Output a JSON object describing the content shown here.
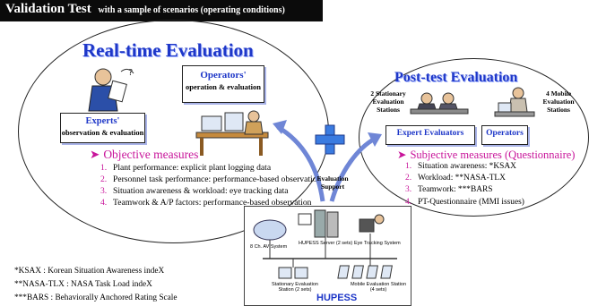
{
  "banner": {
    "title": "Validation Test",
    "subtitle": "with a sample of scenarios (operating conditions)"
  },
  "realtime": {
    "title": "Real-time Evaluation",
    "operators_box": {
      "title": "Operators'",
      "sub": "operation & evaluation"
    },
    "experts_box": {
      "title": "Experts'",
      "sub": "observation & evaluation"
    },
    "objective_head": "Objective measures",
    "objective_items": [
      {
        "num": "1.",
        "text": "Plant performance: explicit plant logging data"
      },
      {
        "num": "2.",
        "text": "Personnel task performance: performance-based observation"
      },
      {
        "num": "3.",
        "text": "Situation awareness & workload: eye tracking data"
      },
      {
        "num": "4.",
        "text": "Teamwork & A/P factors: performance-based observation"
      }
    ]
  },
  "posttest": {
    "title": "Post-test Evaluation",
    "stationary_label": "2 Stationary Evaluation Stations",
    "mobile_label": "4 Mobile Evaluation Stations",
    "expert_box": "Expert Evaluators",
    "operators_box": "Operators",
    "subjective_head": "Subjective measures (Questionnaire)",
    "subjective_items": [
      {
        "num": "1.",
        "text": "Situation awareness: *KSAX"
      },
      {
        "num": "2.",
        "text": "Workload: **NASA-TLX"
      },
      {
        "num": "3.",
        "text": "Teamwork: ***BARS"
      },
      {
        "num": "4.",
        "text": "PT-Questionnaire (MMI issues)"
      }
    ]
  },
  "evaluation_support": "Evaluation Support",
  "hupess": {
    "name": "HUPESS",
    "av_system": "8 Ch. AV System",
    "server": "HUPESS Server (2 sets)",
    "eye_tracking": "Eye Tracking System",
    "stationary_station": "Stationary Evaluation Station (2 sets)",
    "mobile_station": "Mobile Evaluation Station (4 sets)"
  },
  "legend": [
    "*KSAX : Korean Situation Awareness indeX",
    "**NASA-TLX : NASA Task Load indeX",
    "***BARS : Behaviorally Anchored Rating Scale"
  ],
  "colors": {
    "accent_blue": "#1e37c8",
    "magenta": "#c8149a"
  }
}
